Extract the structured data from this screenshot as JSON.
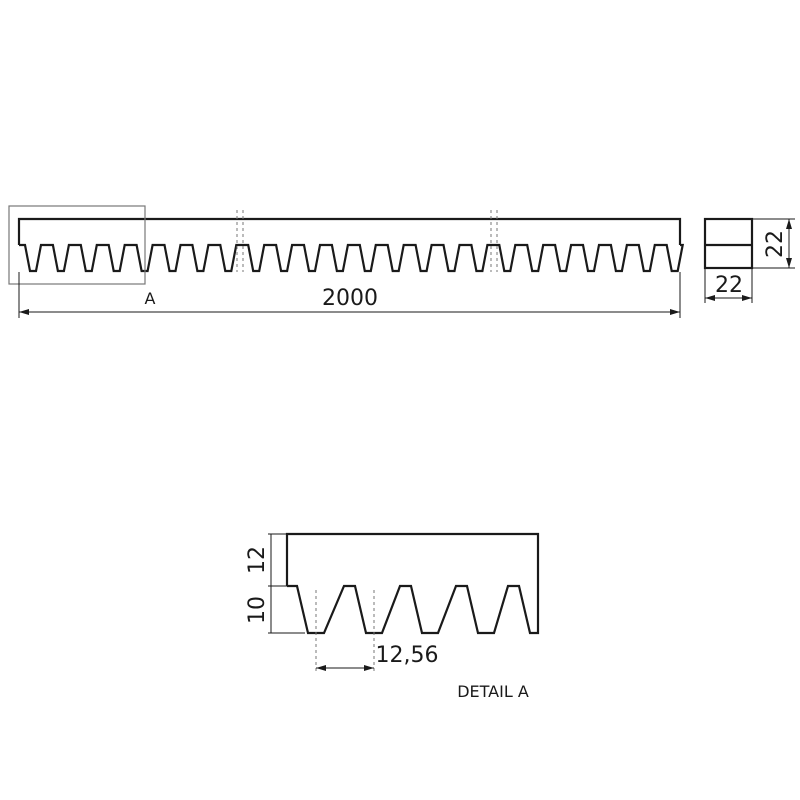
{
  "main_view": {
    "length_label": "2000",
    "detail_marker": "A"
  },
  "section_view": {
    "height_label": "22",
    "width_label": "22"
  },
  "detail": {
    "title": "DETAIL A",
    "body_height_label": "12",
    "tooth_height_label": "10",
    "pitch_label": "12,56"
  }
}
